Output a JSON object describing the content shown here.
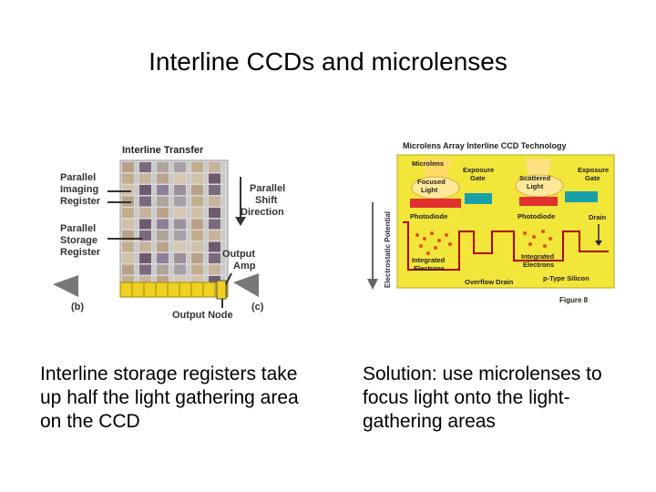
{
  "slide": {
    "title": "Interline CCDs and microlenses",
    "left_caption": "Interline storage registers take up half the light gathering area on the CCD",
    "right_caption": "Solution: use microlenses to focus light onto the light-gathering areas"
  },
  "left_figure": {
    "heading": "Interline Transfer",
    "label_parallel_imaging_register": [
      "Parallel",
      "Imaging",
      "Register"
    ],
    "label_parallel_storage_register": [
      "Parallel",
      "Storage",
      "Register"
    ],
    "label_parallel_shift_direction": [
      "Parallel",
      "Shift",
      "Direction"
    ],
    "label_output_amp": [
      "Output",
      "Amp"
    ],
    "label_output_node": "Output Node",
    "label_b": "(b)",
    "label_c": "(c)"
  },
  "right_figure": {
    "heading": "Microlens Array Interline CCD Technology",
    "label_microlens": "Microlens",
    "label_focused_light": [
      "Focused",
      "Light"
    ],
    "label_exposure_gate_left": [
      "Exposure",
      "Gate"
    ],
    "label_scattered_light": [
      "Scattered",
      "Light"
    ],
    "label_exposure_gate_right": [
      "Exposure",
      "Gate"
    ],
    "label_photodiode_left": "Photodiode",
    "label_photodiode_right": "Photodiode",
    "label_drain": "Drain",
    "label_integrated_electrons_left": [
      "Integrated",
      "Electrons"
    ],
    "label_integrated_electrons_right": [
      "Integrated",
      "Electrons"
    ],
    "label_overflow_drain": "Overflow Drain",
    "label_p_type_silicon": "p-Type Silicon",
    "label_electrostatic_potential": "Electrostatic Potential",
    "label_figure": "Figure 8"
  },
  "colors": {
    "grid_yellow": "#f0d020",
    "device_yellow": "#f2e63a",
    "photodiode_red": "#e03030",
    "gate_teal": "#1aa0a8"
  }
}
